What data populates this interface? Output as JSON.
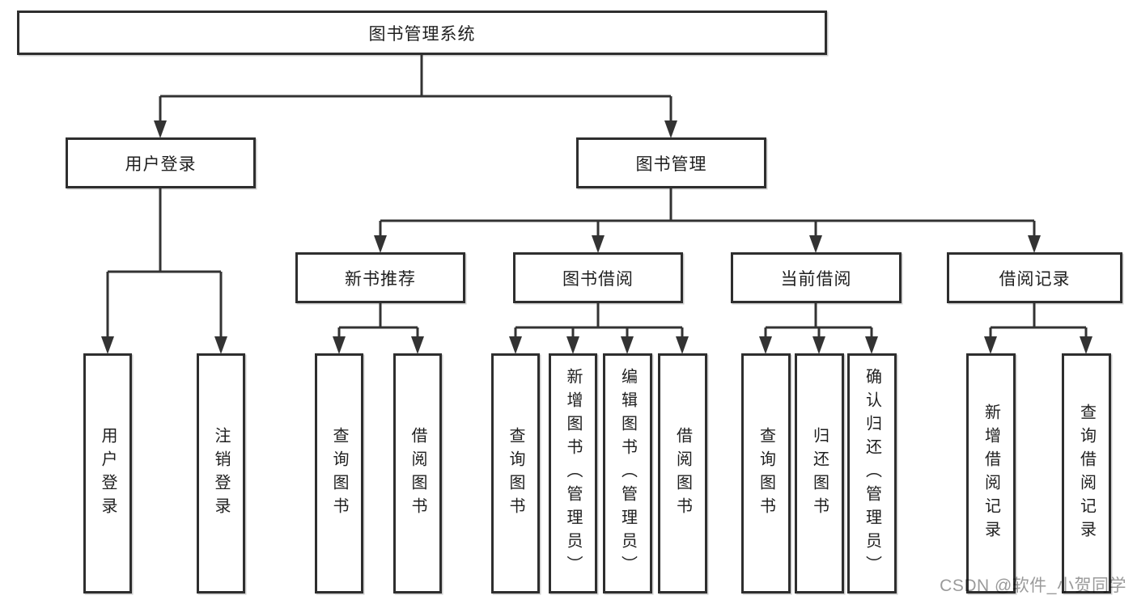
{
  "tree": {
    "label": "图书管理系统",
    "children": [
      {
        "label": "用户登录",
        "children": [
          {
            "label": "用户登录"
          },
          {
            "label": "注销登录"
          }
        ]
      },
      {
        "label": "图书管理",
        "children": [
          {
            "label": "新书推荐",
            "children": [
              {
                "label": "查询图书"
              },
              {
                "label": "借阅图书"
              }
            ]
          },
          {
            "label": "图书借阅",
            "children": [
              {
                "label": "查询图书"
              },
              {
                "label": "新增图书（管理员）"
              },
              {
                "label": "编辑图书（管理员）"
              },
              {
                "label": "借阅图书"
              }
            ]
          },
          {
            "label": "当前借阅",
            "children": [
              {
                "label": "查询图书"
              },
              {
                "label": "归还图书"
              },
              {
                "label": "确认归还（管理员）"
              }
            ]
          },
          {
            "label": "借阅记录",
            "children": [
              {
                "label": "新增借阅记录"
              },
              {
                "label": "查询借阅记录"
              }
            ]
          }
        ]
      }
    ]
  },
  "watermark": "CSDN @软件_小贺同学",
  "colors": {
    "line": "#333333",
    "box_border": "#2e2e2e",
    "text": "#1f1f1f",
    "watermark": "#9a9a9a",
    "background": "#ffffff"
  }
}
